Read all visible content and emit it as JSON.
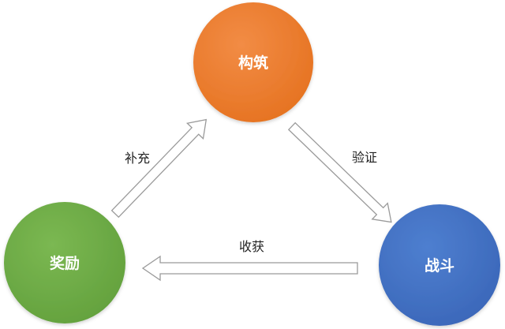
{
  "nodes": {
    "build": {
      "label": "构筑",
      "color": "#ED7D31"
    },
    "battle": {
      "label": "战斗",
      "color": "#4472C4"
    },
    "reward": {
      "label": "奖励",
      "color": "#70AD47"
    }
  },
  "edges": {
    "build_to_battle": {
      "label": "验证"
    },
    "battle_to_reward": {
      "label": "收获"
    },
    "reward_to_build": {
      "label": "补充"
    }
  }
}
